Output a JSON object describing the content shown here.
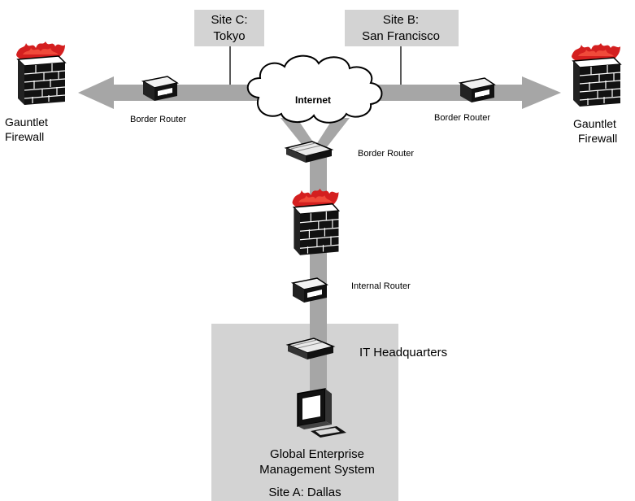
{
  "sites": {
    "site_c": {
      "line1": "Site C:",
      "line2": "Tokyo"
    },
    "site_b": {
      "line1": "Site B:",
      "line2": "San Francisco"
    },
    "site_a": {
      "label": "Site A: Dallas"
    }
  },
  "internet": {
    "label": "Internet"
  },
  "firewalls": {
    "left": {
      "line1": "Gauntlet",
      "line2": "Firewall"
    },
    "right": {
      "line1": "Gauntlet",
      "line2": "Firewall"
    }
  },
  "routers": {
    "left_border": "Border Router",
    "right_border": "Border Router",
    "center_border": "Border Router",
    "internal": "Internal Router"
  },
  "hq": {
    "label": "IT Headquarters"
  },
  "gems": {
    "line1": "Global Enterprise",
    "line2": "Management System"
  },
  "colors": {
    "link": "#a6a6a6",
    "site_box": "#d3d3d3",
    "flame_red": "#d41f1f",
    "device_dark": "#111111"
  },
  "icons": {
    "firewall": "brick-wall-with-flames-icon",
    "router": "router-box-icon",
    "hub": "hub-icon",
    "workstation": "computer-workstation-icon",
    "cloud": "internet-cloud-icon"
  }
}
